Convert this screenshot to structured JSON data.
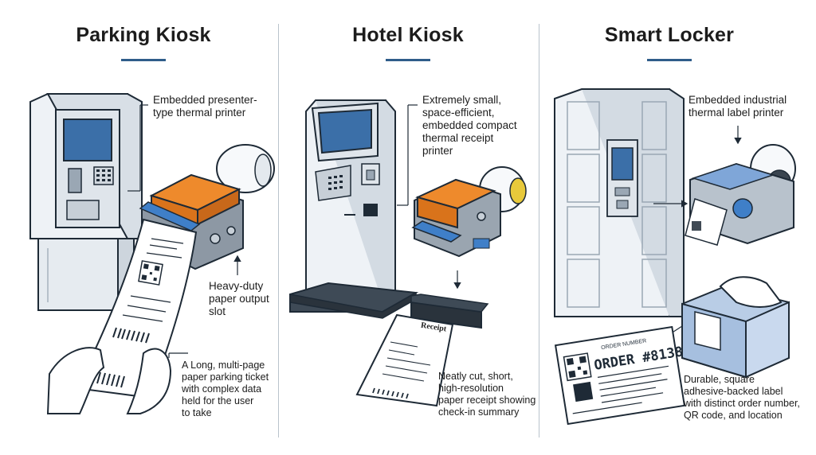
{
  "colors": {
    "outline": "#1e2a36",
    "accent_orange": "#ee8a2c",
    "accent_blue": "#3f7fc8",
    "kiosk_body": "#eef2f6",
    "screen": "#3b6fa8",
    "rule": "#2f5d8a"
  },
  "panels": [
    {
      "title": "Parking Kiosk",
      "callouts": [
        {
          "text": "Embedded presenter-\ntype thermal printer"
        },
        {
          "text": "Heavy-duty\npaper output\nslot"
        },
        {
          "text": "A Long, multi-page\npaper parking ticket\nwith complex data\nheld for the user\nto take"
        }
      ]
    },
    {
      "title": "Hotel Kiosk",
      "callouts": [
        {
          "text": "Extremely small,\nspace-efficient,\nembedded compact\nthermal receipt\nprinter"
        },
        {
          "text": "Neatly cut, short,\nhigh-resolution\npaper receipt showing\ncheck-in summary"
        }
      ],
      "receipt_heading": "Receipt"
    },
    {
      "title": "Smart Locker",
      "callouts": [
        {
          "text": "Embedded industrial\nthermal label printer"
        },
        {
          "text": "Durable, square\nadhesive-backed label\nwith distinct order number,\nQR code, and location"
        }
      ],
      "label_header": "ORDER NUMBER",
      "label_order": "ORDER #8138"
    }
  ]
}
